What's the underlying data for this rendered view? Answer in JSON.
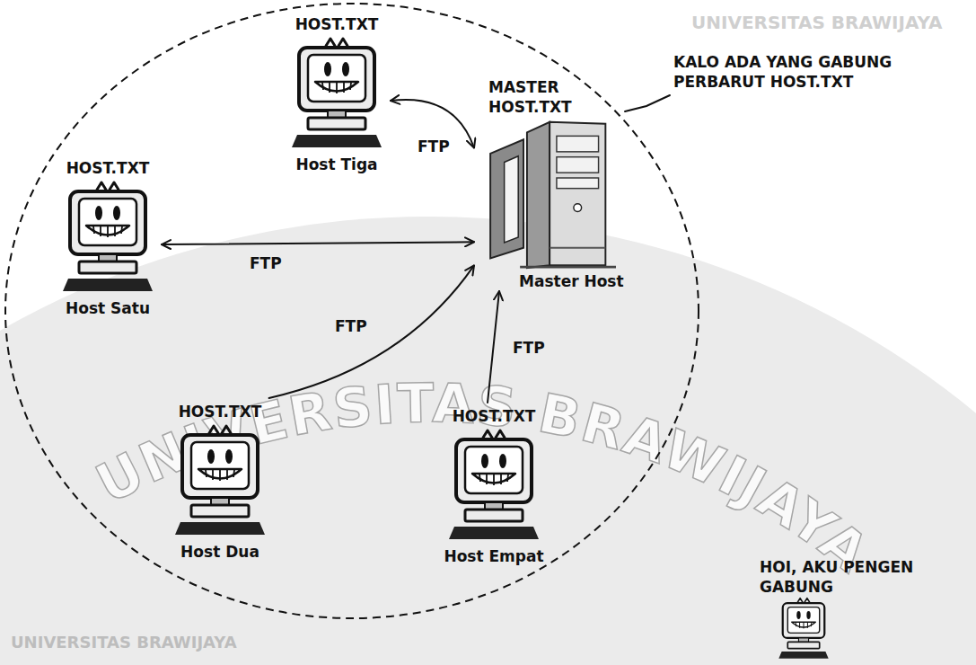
{
  "diagram": {
    "nodes": [
      {
        "text": [
          "KALO ADA YANG GABUNG PERBARUT HOST.TXT"
        ]
      },
      {
        "text": [
          "HOST.TXT",
          "Host Tiga"
        ],
        "in": 0
      },
      {
        "text": [
          "MASTER HOST.TXT",
          "Master Host"
        ],
        "in": 0
      },
      {
        "text": [
          "HOST.TXT",
          "Host Satu"
        ],
        "in": 0
      },
      {
        "text": [
          "HOST.TXT",
          "Host Dua"
        ],
        "in": 0
      },
      {
        "text": [
          "HOST.TXT",
          "Host Empat"
        ],
        "in": 0
      },
      {
        "text": [
          "HOI, AKU PENGEN GABUNG"
        ]
      }
    ],
    "edges": [
      {
        "from": 1,
        "to": 2,
        "arrow": "both",
        "label": "FTP"
      },
      {
        "from": 3,
        "to": 2,
        "arrow": "both",
        "label": "FTP"
      },
      {
        "from": 4,
        "to": 2,
        "arrow": "to",
        "label": "FTP"
      },
      {
        "from": 5,
        "to": 2,
        "arrow": "to",
        "label": "FTP"
      }
    ],
    "labels": [
      "UNIVERSITAS BRAWIJAYA",
      "UNIVERSITAS BRAWIJAYA",
      "UNIVERSITAS BRAWIJAYA"
    ]
  }
}
